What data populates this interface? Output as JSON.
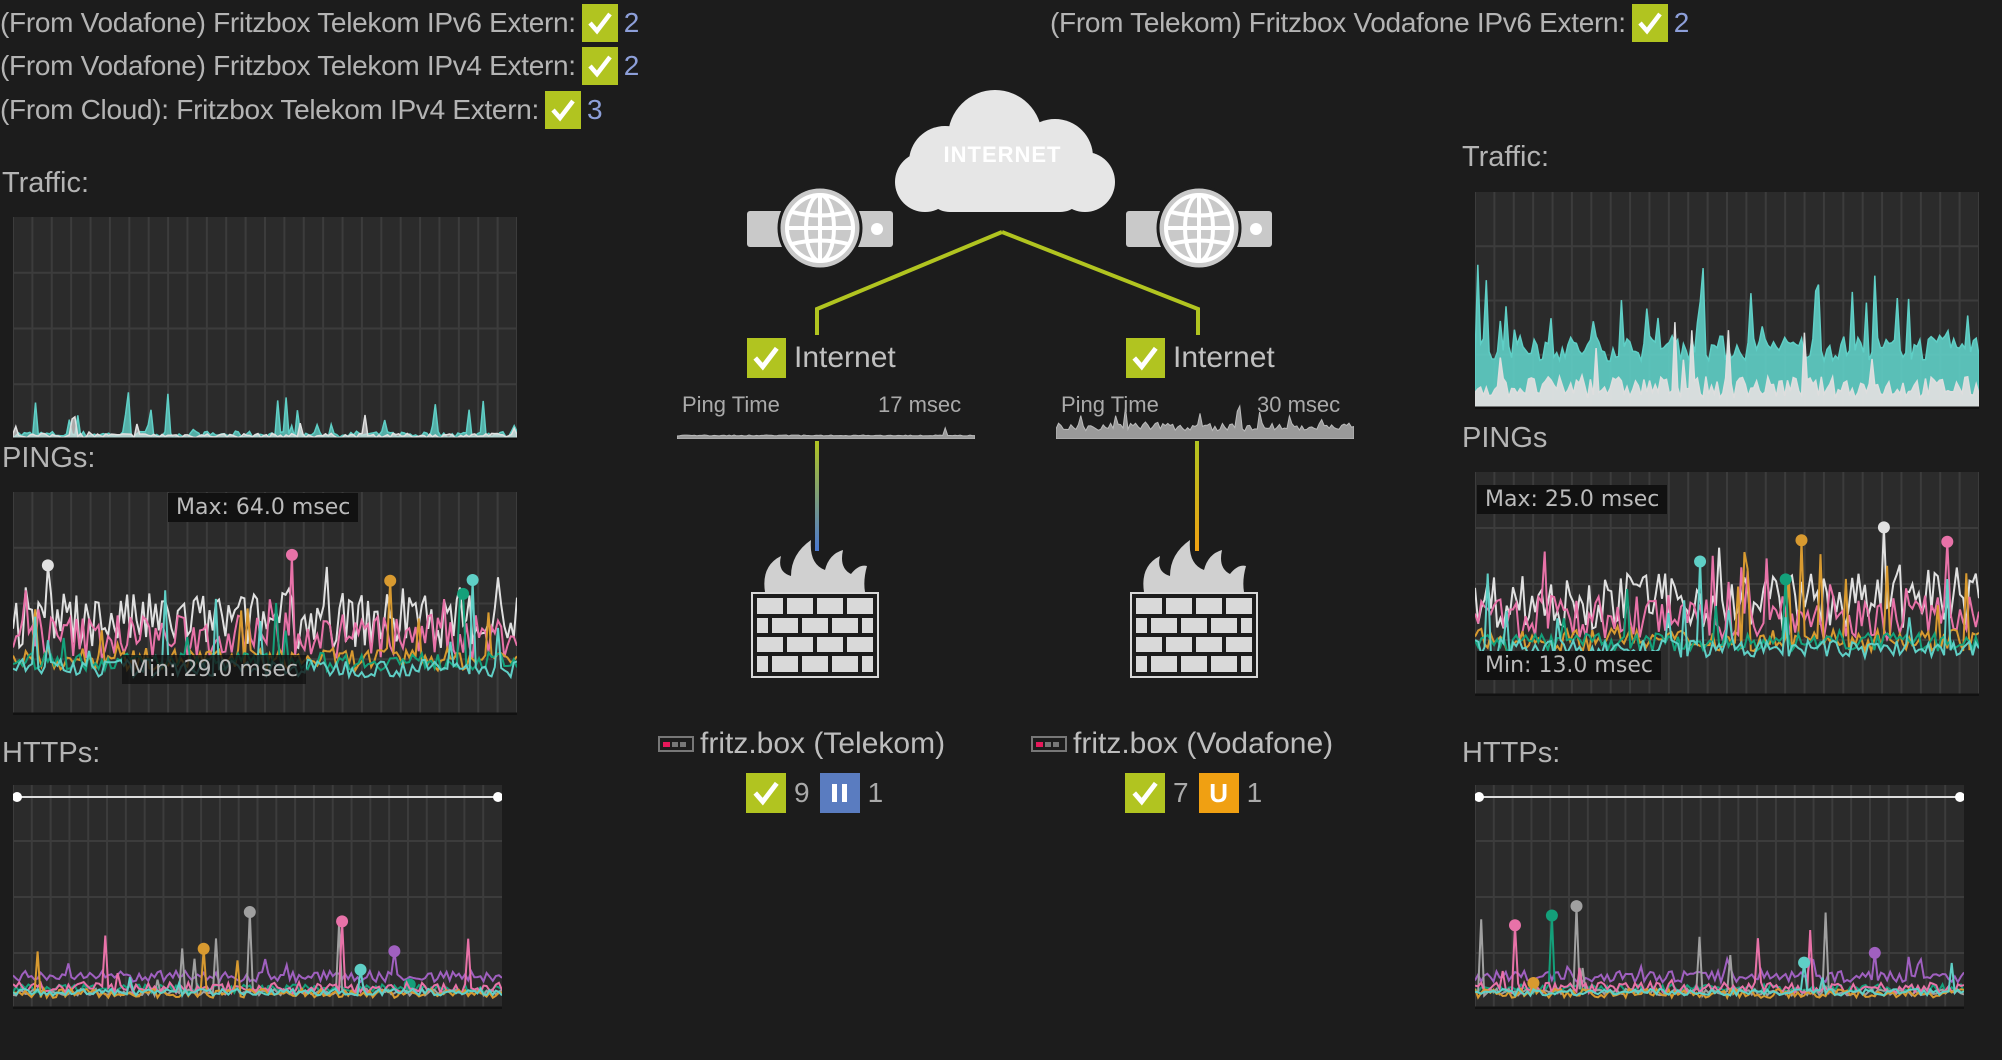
{
  "checks": [
    {
      "label": "(From Vodafone) Fritzbox Telekom IPv6 Extern:",
      "count": "2"
    },
    {
      "label": "(From Vodafone) Fritzbox Telekom IPv4 Extern:",
      "count": "2"
    },
    {
      "label": "(From Cloud): Fritzbox Telekom IPv4 Extern:",
      "count": "3"
    },
    {
      "label": "(From Telekom) Fritzbox Vodafone IPv6 Extern:",
      "count": "2"
    }
  ],
  "left": {
    "traffic_label": "Traffic:",
    "pings_label": "PINGs:",
    "https_label": "HTTPs:",
    "ping_max": "Max: 64.0 msec",
    "ping_min": "Min: 29.0 msec"
  },
  "right": {
    "traffic_label": "Traffic:",
    "pings_label": "PINGs",
    "https_label": "HTTPs:",
    "ping_max": "Max: 25.0 msec",
    "ping_min": "Min: 13.0 msec"
  },
  "cloud_label": "INTERNET",
  "telekom": {
    "internet_label": "Internet",
    "ping_label": "Ping Time",
    "ping_value": "17 msec",
    "name": "fritz.box (Telekom)",
    "ok_count": "9",
    "paused_count": "1",
    "paused_icon": "pause-icon"
  },
  "vodafone": {
    "internet_label": "Internet",
    "ping_label": "Ping Time",
    "ping_value": "30 msec",
    "name": "fritz.box (Vodafone)",
    "ok_count": "7",
    "unknown_count": "1",
    "unknown_letter": "U"
  },
  "colors": {
    "ok": "#b1c420",
    "paused": "#5a7cc0",
    "unknown": "#f0a012",
    "bg": "#1c1c1c",
    "number": "#8d9fd9"
  }
}
